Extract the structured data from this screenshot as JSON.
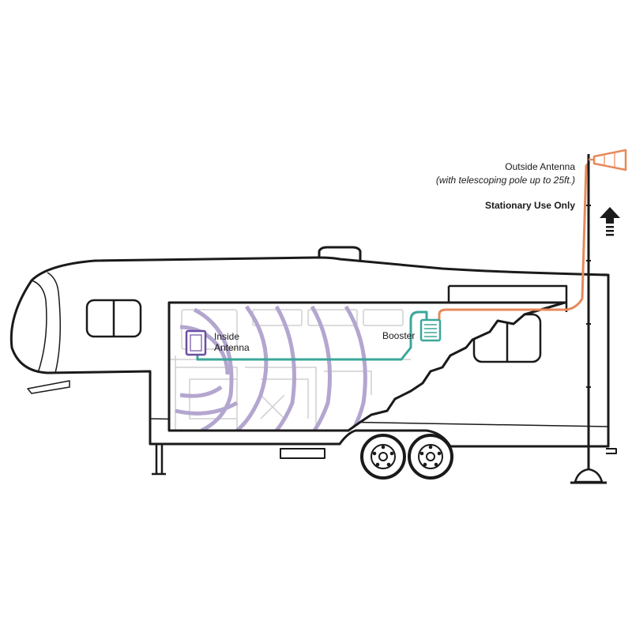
{
  "labels": {
    "outside_antenna": "Outside Antenna",
    "outside_antenna_note": "(with telescoping pole up to 25ft.)",
    "stationary": "Stationary Use Only",
    "inside_antenna_line1": "Inside",
    "inside_antenna_line2": "Antenna",
    "booster": "Booster"
  },
  "colors": {
    "outline": "#1a1a1a",
    "interior_lines": "#cfcfcf",
    "outside_cable": "#e8895a",
    "inside_cable": "#3aa79a",
    "signal_waves": "#b3a6cf",
    "inside_antenna": "#6b4fa0",
    "background": "#ffffff"
  },
  "icons": [
    "up-arrow-icon",
    "booster-icon",
    "inside-antenna-icon",
    "outside-antenna-icon"
  ]
}
